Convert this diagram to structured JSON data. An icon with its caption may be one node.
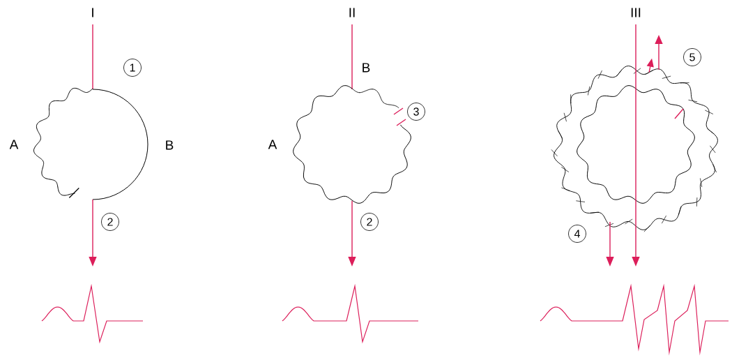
{
  "diagram": {
    "labels": [
      "I",
      "II",
      "III",
      "1",
      "5",
      "B",
      "3",
      "A",
      "B",
      "A",
      "2",
      "2",
      "4"
    ]
  }
}
